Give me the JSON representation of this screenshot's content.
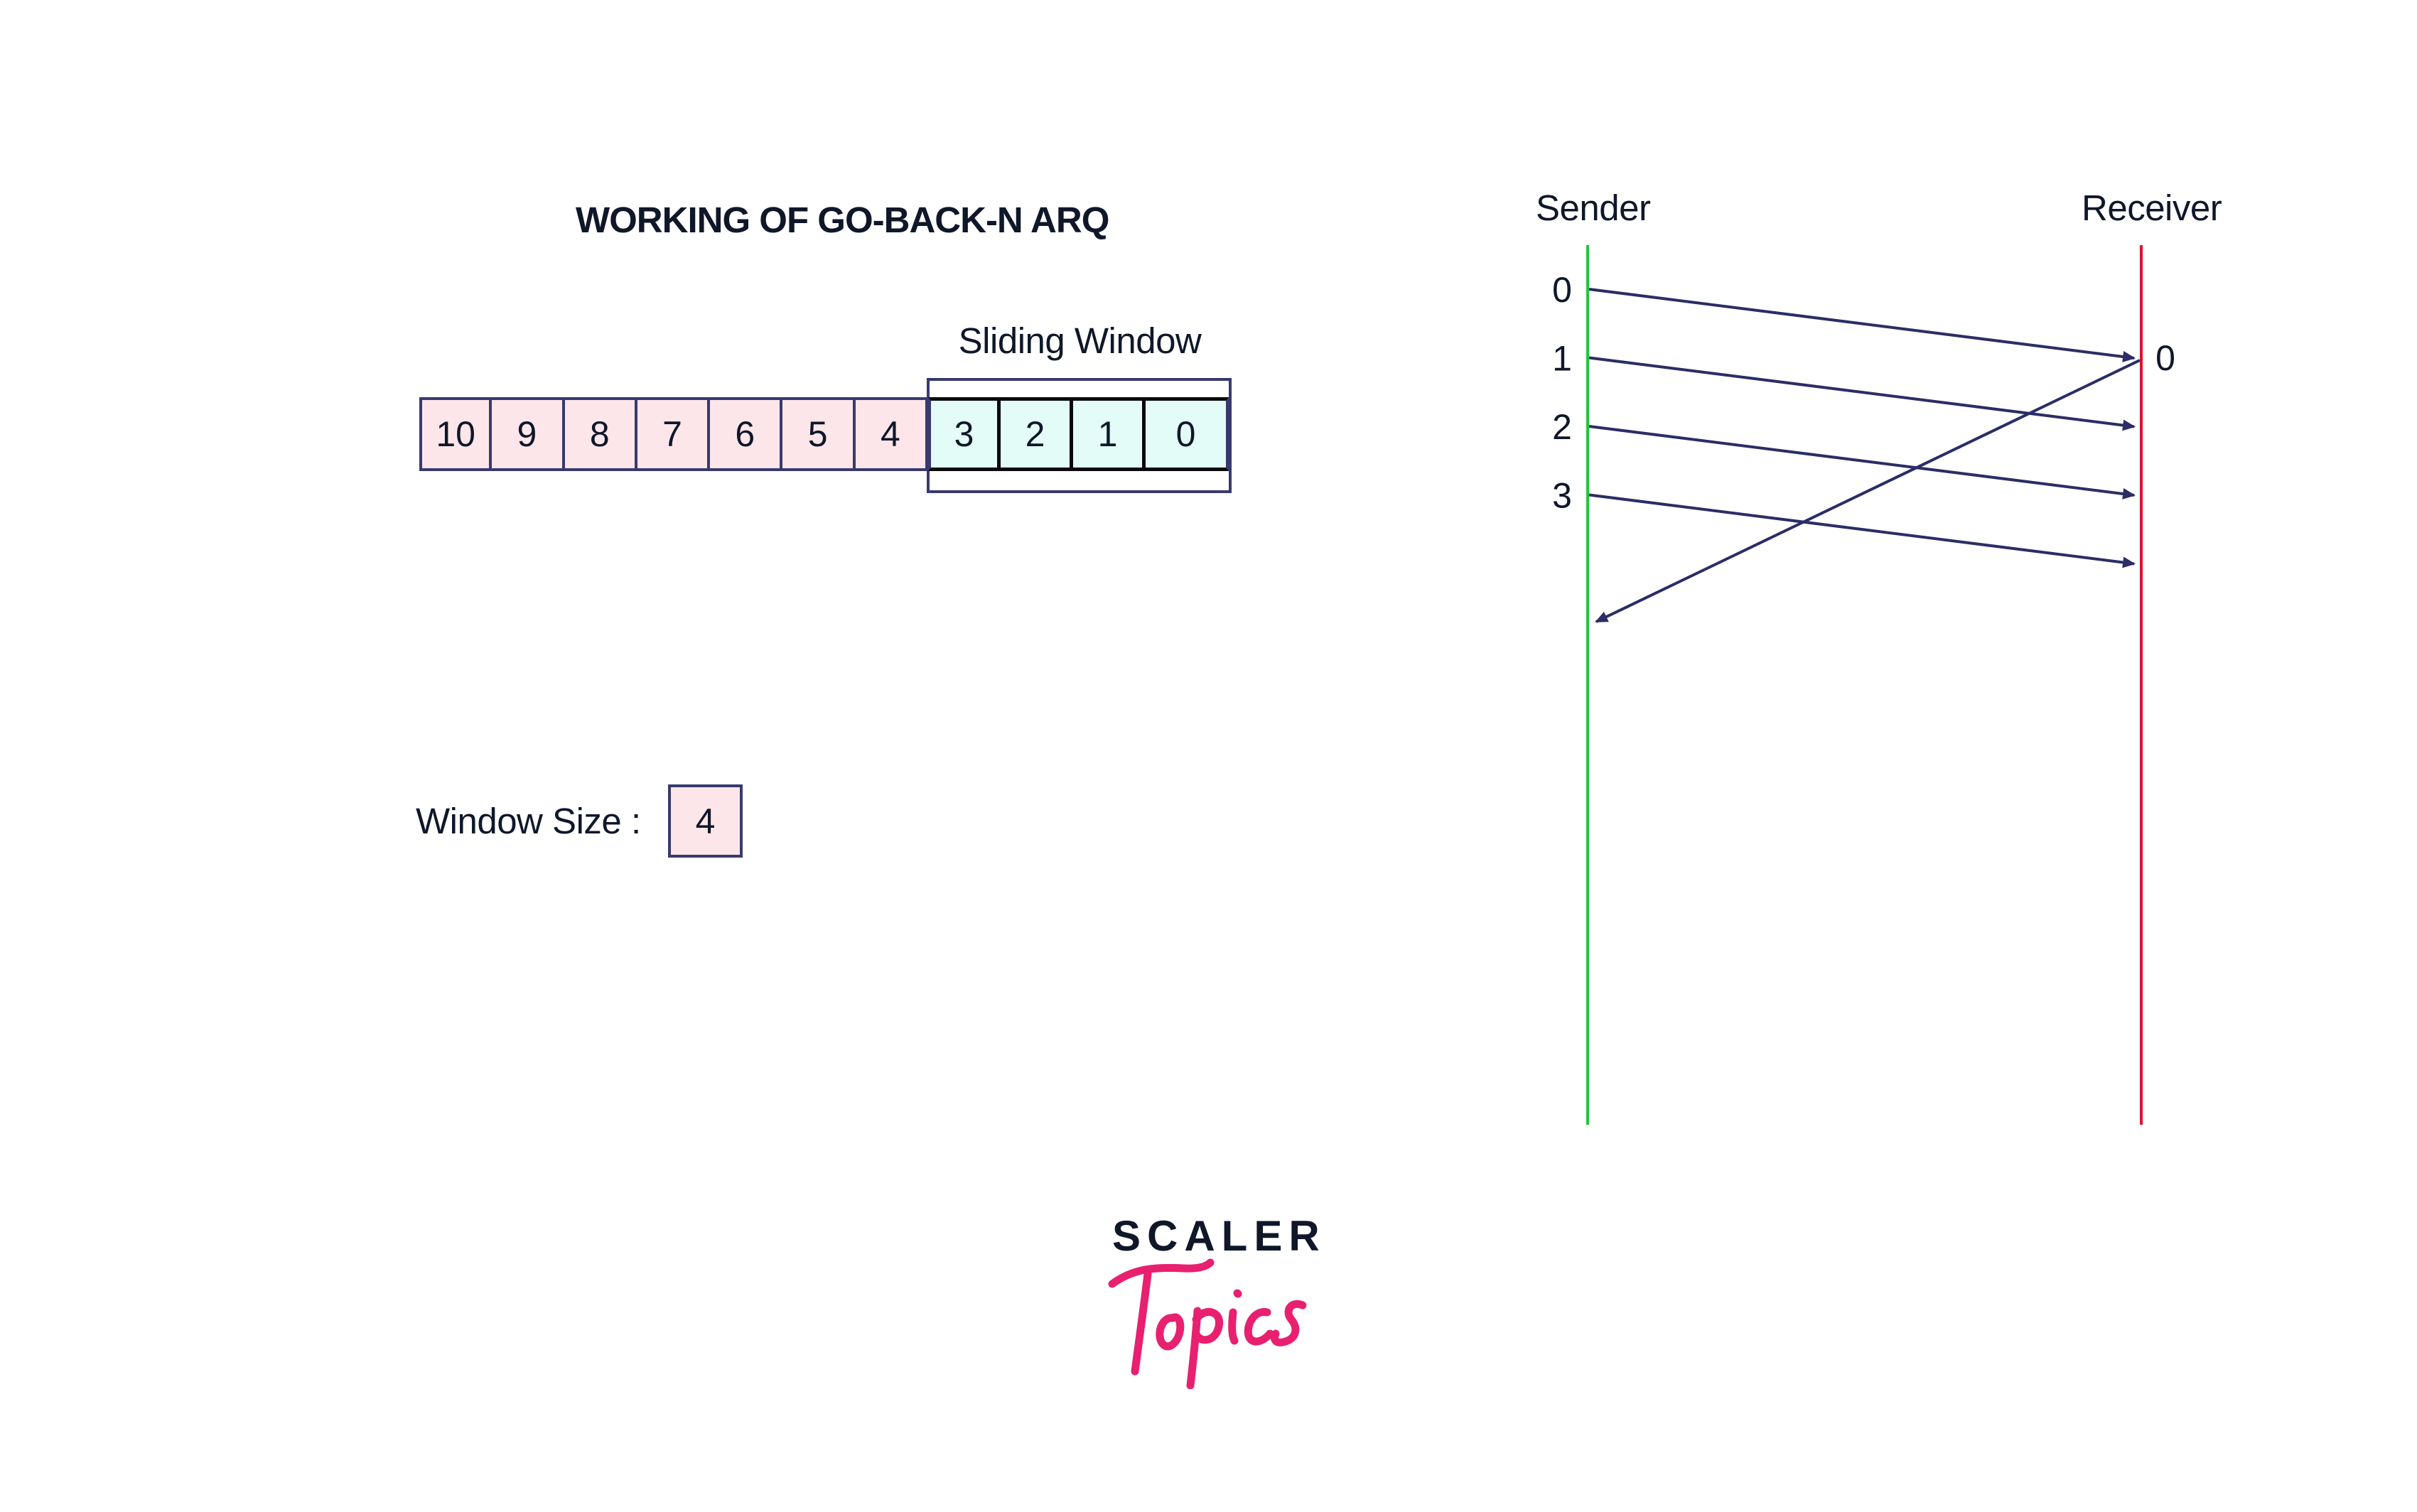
{
  "title": "WORKING OF GO-BACK-N ARQ",
  "sliding_window": {
    "label": "Sliding Window",
    "window_frames": [
      "3",
      "2",
      "1",
      "0"
    ]
  },
  "frames": {
    "outside_window": [
      "10",
      "9",
      "8",
      "7",
      "6",
      "5",
      "4"
    ],
    "inside_window": [
      "3",
      "2",
      "1",
      "0"
    ]
  },
  "window_size": {
    "label": "Window Size :",
    "value": "4"
  },
  "timing_diagram": {
    "sender_label": "Sender",
    "receiver_label": "Receiver",
    "sent_frames": [
      {
        "seq": "0",
        "from": "sender",
        "to": "receiver"
      },
      {
        "seq": "1",
        "from": "sender",
        "to": "receiver"
      },
      {
        "seq": "2",
        "from": "sender",
        "to": "receiver"
      },
      {
        "seq": "3",
        "from": "sender",
        "to": "receiver"
      }
    ],
    "acknowledgements": [
      {
        "ack": "0",
        "from": "receiver",
        "to": "sender"
      }
    ],
    "colors": {
      "sender_line": "#1ec93c",
      "receiver_line": "#e0102f",
      "arrow": "#2b2d66"
    }
  },
  "colors": {
    "outside_window_fill": "#fde6ea",
    "inside_window_fill": "#e3fcf7",
    "cell_border": "#383a6e",
    "text": "#0f1729"
  },
  "logo": {
    "brand": "SCALER",
    "sub": "Topics",
    "brand_color": "#0f1729",
    "sub_color": "#e8206f"
  }
}
